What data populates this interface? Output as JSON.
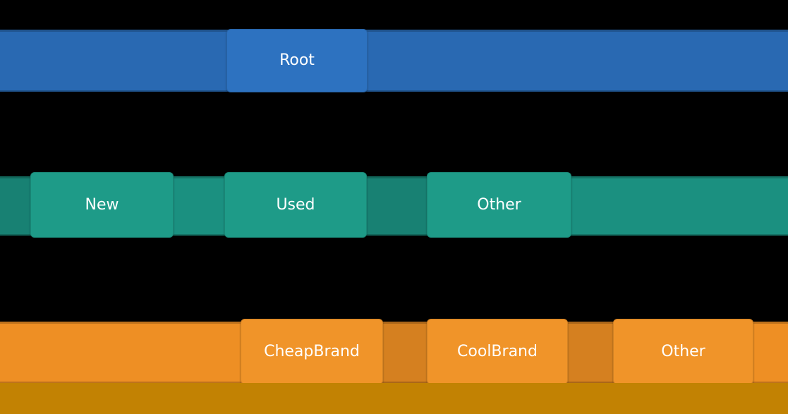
{
  "figure": {
    "background": "#000000",
    "text_color": "#ffffff",
    "baseband_color": "#c28203",
    "levels": [
      {
        "name": "level-1",
        "bar_color": "#2969b2",
        "box_color": "#2d72c0",
        "nodes": [
          {
            "label": "Root"
          }
        ]
      },
      {
        "name": "level-2",
        "bar_color": "#1b9080",
        "box_color": "#1e9b88",
        "nodes": [
          {
            "label": "New"
          },
          {
            "label": "Used"
          },
          {
            "label": "Other"
          }
        ]
      },
      {
        "name": "level-3",
        "bar_color": "#ee8f24",
        "box_color": "#f09429",
        "nodes": [
          {
            "label": "CheapBrand"
          },
          {
            "label": "CoolBrand"
          },
          {
            "label": "Other"
          }
        ]
      }
    ]
  }
}
